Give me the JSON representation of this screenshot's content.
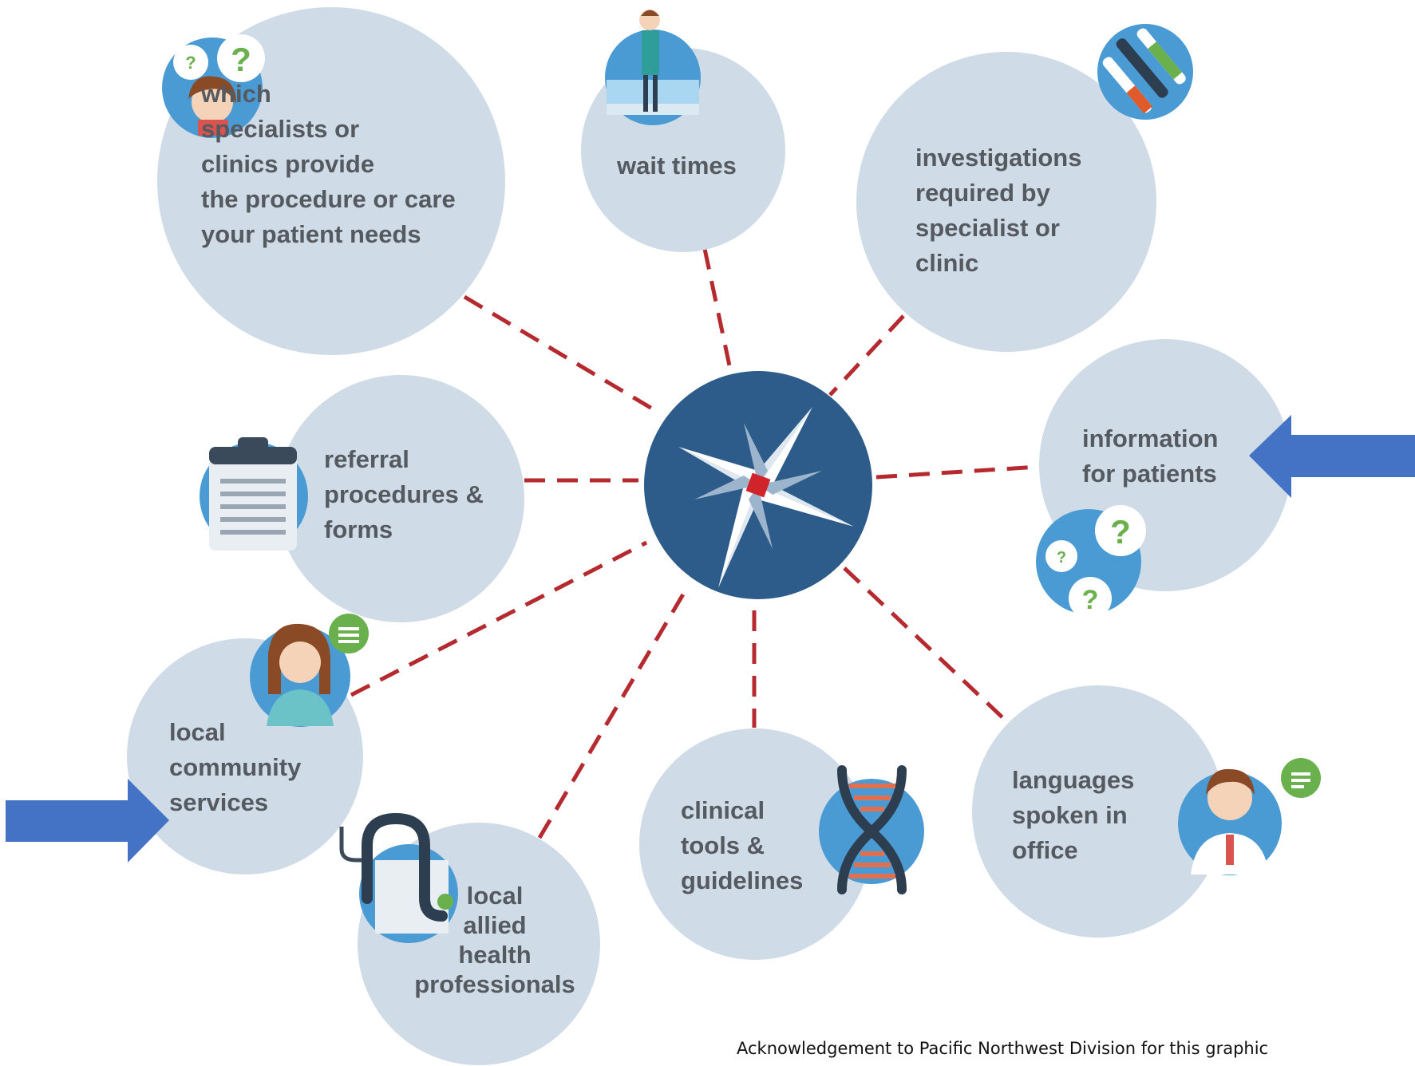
{
  "nodes": [
    {
      "id": "specialists",
      "label": "which\nspecialists or\nclinics provide\nthe procedure or care\nyour patient needs",
      "icon": "patient-question-icon"
    },
    {
      "id": "wait-times",
      "label": "wait times",
      "icon": "waiting-room-icon"
    },
    {
      "id": "investigations",
      "label": "investigations\nrequired by\nspecialist or\nclinic",
      "icon": "test-tubes-icon"
    },
    {
      "id": "referral",
      "label": "referral\nprocedures &\nforms",
      "icon": "clipboard-icon"
    },
    {
      "id": "patient-info",
      "label": "information\nfor patients",
      "icon": "question-bubbles-icon"
    },
    {
      "id": "community",
      "label": "local\ncommunity\nservices",
      "icon": "nurse-icon"
    },
    {
      "id": "allied",
      "label": "local\nallied\nhealth\nprofessionals",
      "icon": "stethoscope-icon"
    },
    {
      "id": "clinical-tools",
      "label": "clinical\ntools &\nguidelines",
      "icon": "dna-icon"
    },
    {
      "id": "languages",
      "label": "languages\nspoken in\noffice",
      "icon": "doctor-speech-icon"
    }
  ],
  "center": {
    "icon": "compass-icon"
  },
  "arrows": {
    "icon": "highlight-arrow-icon"
  },
  "acknowledgement": "Acknowledgement to Pacific Northwest Division for this graphic",
  "colors": {
    "bubble": "#cfdbe6",
    "connector": "#b42a2f",
    "compass": "#2d5b8a",
    "arrow": "#4472c4",
    "icon_bg": "#4a9bd4",
    "text": "#555a60",
    "accent_green": "#6ab04c"
  }
}
